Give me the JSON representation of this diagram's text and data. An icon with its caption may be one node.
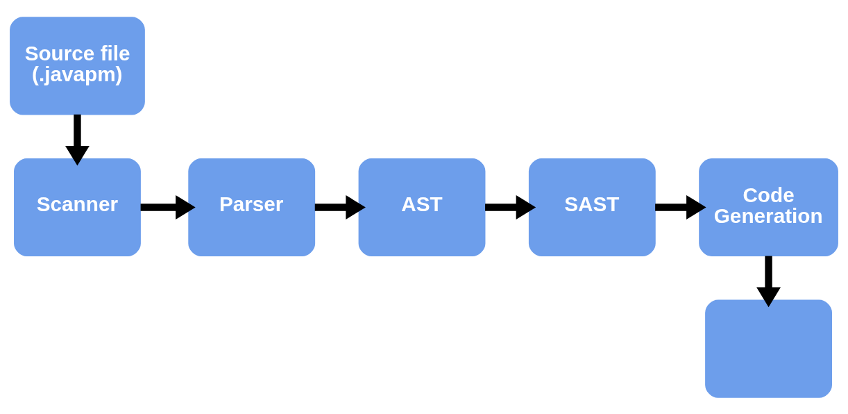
{
  "diagram": {
    "nodes": [
      {
        "text": [
          "Source file (.javapm)"
        ]
      },
      {
        "text": [
          "Scanner"
        ]
      },
      {
        "text": [
          "Parser"
        ]
      },
      {
        "text": [
          "AST"
        ]
      },
      {
        "text": [
          "SAST"
        ]
      },
      {
        "text": [
          "Code Generation"
        ]
      },
      {
        "text": [],
        "shape": "box"
      }
    ],
    "edges": [
      {
        "from": 0,
        "to": 1,
        "arrow": "to"
      },
      {
        "from": 1,
        "to": 2,
        "arrow": "to"
      },
      {
        "from": 2,
        "to": 3,
        "arrow": "to"
      },
      {
        "from": 3,
        "to": 4,
        "arrow": "to"
      },
      {
        "from": 4,
        "to": 5,
        "arrow": "to"
      },
      {
        "from": 5,
        "to": 6,
        "arrow": "to"
      }
    ]
  }
}
